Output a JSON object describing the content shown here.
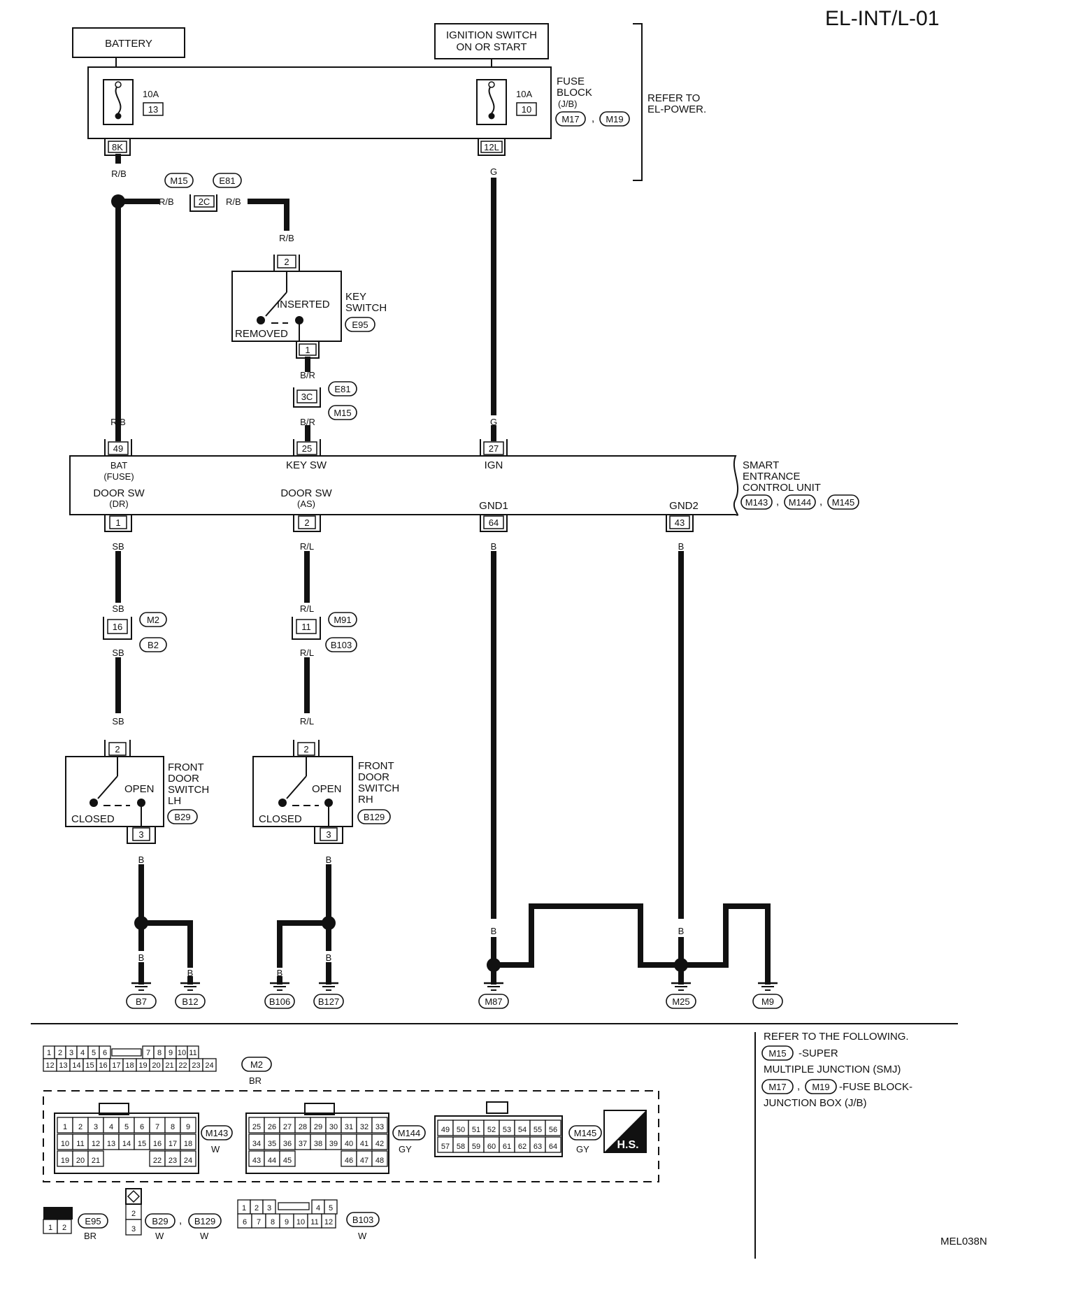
{
  "title": "EL-INT/L-01",
  "code": "MEL038N",
  "battery": "BATTERY",
  "ignition": [
    "IGNITION SWITCH",
    "ON OR START"
  ],
  "fuse_block": {
    "label": [
      "FUSE",
      "BLOCK",
      "(J/B)"
    ],
    "connectors": [
      "M17",
      "M19"
    ],
    "fuses": [
      {
        "amps": "10A",
        "num": "13",
        "terminal": "8K"
      },
      {
        "amps": "10A",
        "num": "10",
        "terminal": "12L"
      }
    ]
  },
  "refer_power": [
    "REFER TO",
    "EL-POWER."
  ],
  "key_switch": {
    "label": [
      "KEY",
      "SWITCH"
    ],
    "connector": "E95",
    "inserted": "INSERTED",
    "removed": "REMOVED",
    "pin_in": "2",
    "pin_out": "1"
  },
  "joint_2c": {
    "pin": "2C",
    "conn_left": "M15",
    "conn_right": "E81"
  },
  "joint_3c": {
    "pin": "3C",
    "conn_top": "E81",
    "conn_bottom": "M15"
  },
  "wires": {
    "rb": "R/B",
    "br": "B/R",
    "g": "G",
    "sb": "SB",
    "rl": "R/L",
    "b": "B"
  },
  "control_unit": {
    "label": [
      "SMART",
      "ENTRANCE",
      "CONTROL UNIT"
    ],
    "connectors": [
      "M143",
      "M144",
      "M145"
    ],
    "top_pins": [
      {
        "pin": "49",
        "name": "BAT",
        "sub": "(FUSE)"
      },
      {
        "pin": "25",
        "name": "KEY SW",
        "sub": ""
      },
      {
        "pin": "27",
        "name": "IGN",
        "sub": ""
      }
    ],
    "bottom_pins": [
      {
        "pin": "1",
        "name": "DOOR SW",
        "sub": "(DR)"
      },
      {
        "pin": "2",
        "name": "DOOR SW",
        "sub": "(AS)"
      },
      {
        "pin": "64",
        "name": "GND1",
        "sub": ""
      },
      {
        "pin": "43",
        "name": "GND2",
        "sub": ""
      }
    ]
  },
  "inline_lh": {
    "pin": "16",
    "conn_top": "M2",
    "conn_bottom": "B2"
  },
  "inline_rh": {
    "pin": "11",
    "conn_top": "M91",
    "conn_bottom": "B103"
  },
  "door_lh": {
    "label": [
      "FRONT",
      "DOOR",
      "SWITCH",
      "LH"
    ],
    "connector": "B29",
    "open": "OPEN",
    "closed": "CLOSED",
    "pin_in": "2",
    "pin_out": "3"
  },
  "door_rh": {
    "label": [
      "FRONT",
      "DOOR",
      "SWITCH",
      "RH"
    ],
    "connector": "B129",
    "open": "OPEN",
    "closed": "CLOSED",
    "pin_in": "2",
    "pin_out": "3"
  },
  "grounds": [
    "B7",
    "B12",
    "B106",
    "B127",
    "M87",
    "M25",
    "M9"
  ],
  "refer_note": {
    "heading": "REFER TO THE FOLLOWING.",
    "smj_conn": "M15",
    "smj_text": [
      "-SUPER",
      "MULTIPLE JUNCTION (SMJ)"
    ],
    "jb_conns": [
      "M17",
      "M19"
    ],
    "jb_text": [
      "-FUSE BLOCK-",
      "JUNCTION BOX (J/B)"
    ]
  },
  "connector_views": {
    "m2": {
      "id": "M2",
      "color": "BR",
      "row1": [
        "1",
        "2",
        "3",
        "4",
        "5",
        "6",
        "",
        "7",
        "8",
        "9",
        "10",
        "11"
      ],
      "row2": [
        "12",
        "13",
        "14",
        "15",
        "16",
        "17",
        "18",
        "19",
        "20",
        "21",
        "22",
        "23",
        "24"
      ]
    },
    "m143": {
      "id": "M143",
      "color": "W",
      "rows": [
        [
          "1",
          "2",
          "3",
          "4",
          "5",
          "6",
          "7",
          "8",
          "9"
        ],
        [
          "10",
          "11",
          "12",
          "13",
          "14",
          "15",
          "16",
          "17",
          "18"
        ],
        [
          "19",
          "20",
          "21",
          "",
          "",
          "",
          "22",
          "23",
          "24"
        ]
      ]
    },
    "m144": {
      "id": "M144",
      "color": "GY",
      "rows": [
        [
          "25",
          "26",
          "27",
          "28",
          "29",
          "30",
          "31",
          "32",
          "33"
        ],
        [
          "34",
          "35",
          "36",
          "37",
          "38",
          "39",
          "40",
          "41",
          "42"
        ],
        [
          "43",
          "44",
          "45",
          "",
          "",
          "",
          "46",
          "47",
          "48"
        ]
      ]
    },
    "m145": {
      "id": "M145",
      "color": "GY",
      "rows": [
        [
          "49",
          "50",
          "51",
          "52",
          "53",
          "54",
          "55",
          "56"
        ],
        [
          "57",
          "58",
          "59",
          "60",
          "61",
          "62",
          "63",
          "64"
        ]
      ]
    },
    "hs": "H.S.",
    "e95": {
      "id": "E95",
      "color": "BR",
      "pins": [
        "1",
        "2"
      ]
    },
    "b29": {
      "id": "B29",
      "color": "W"
    },
    "b129": {
      "id": "B129",
      "color": "W"
    },
    "b29_pins": [
      "2",
      "3"
    ],
    "b103": {
      "id": "B103",
      "color": "W",
      "row1": [
        "1",
        "2",
        "3",
        "",
        "4",
        "5"
      ],
      "row2": [
        "6",
        "7",
        "8",
        "9",
        "10",
        "11",
        "12"
      ]
    }
  }
}
